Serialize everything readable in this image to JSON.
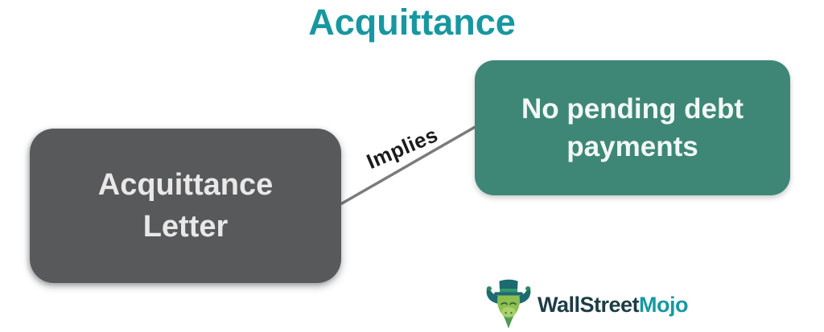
{
  "title": {
    "text": "Acquittance",
    "color": "#1797A0"
  },
  "diagram": {
    "left_box": {
      "label": "Acquittance Letter",
      "bg_color": "#57595B",
      "text_color": "#E8E8E8"
    },
    "right_box": {
      "label": "No pending debt payments",
      "bg_color": "#3E8777",
      "text_color": "#F2F8F5"
    },
    "connector": {
      "label": "Implies",
      "line_color": "#7B7B7B",
      "label_color": "#1C1C1C"
    }
  },
  "branding": {
    "logo": {
      "icon": "bull-mascot-with-top-hat-icon",
      "text_primary": "WallStreet",
      "text_accent": "Mojo",
      "primary_color": "#1D3C46",
      "accent_color": "#1898A3"
    }
  }
}
